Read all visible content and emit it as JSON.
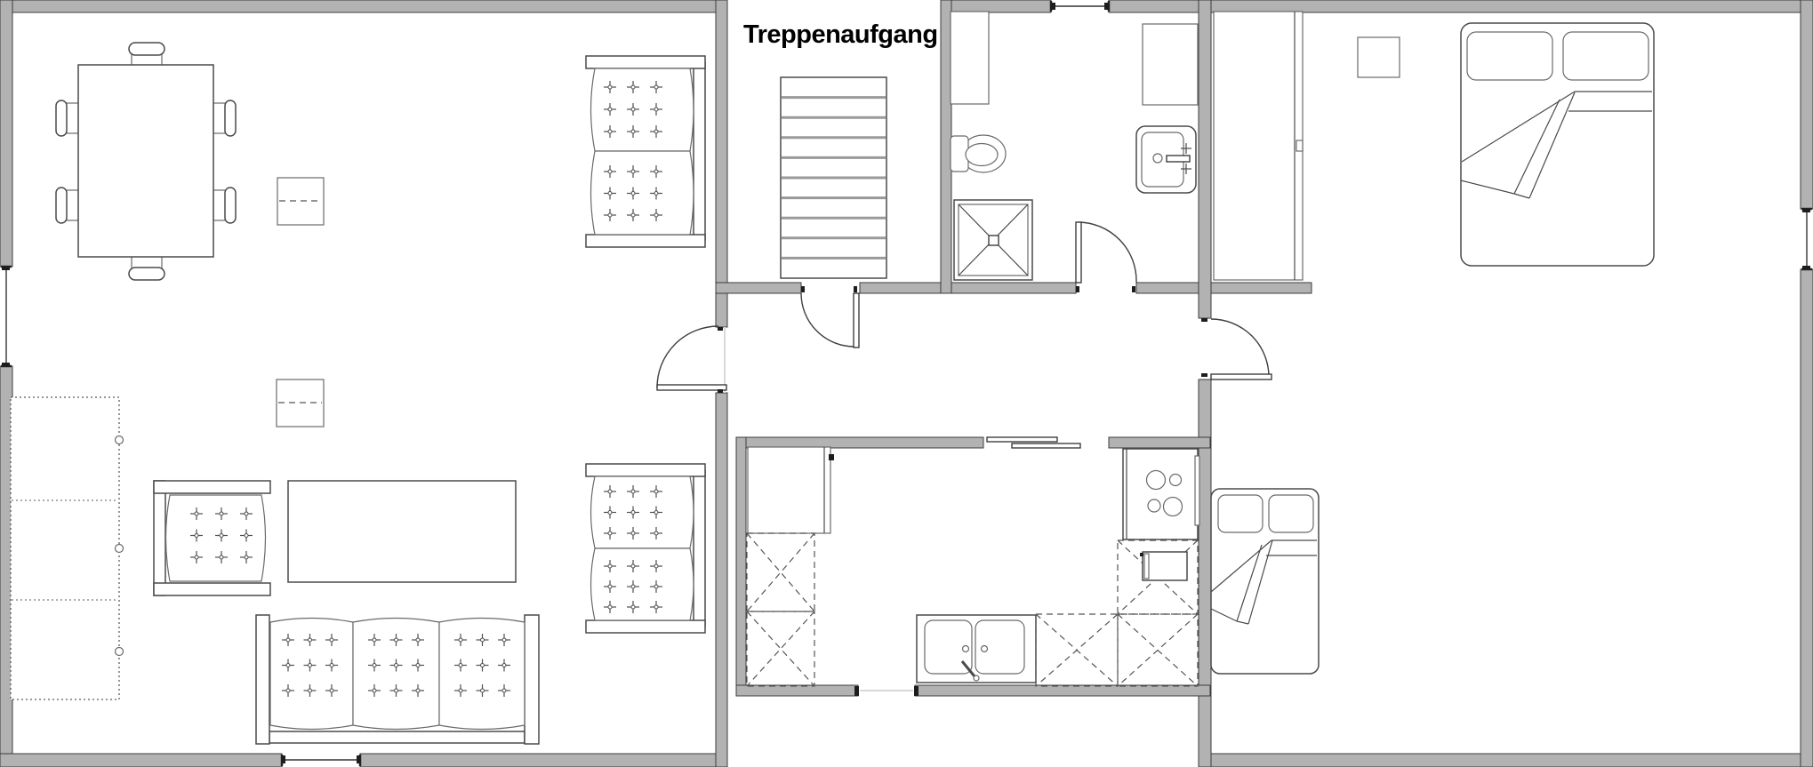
{
  "plan": {
    "stair_label": "Treppenaufgang",
    "stairs": {
      "steps": 10
    },
    "colors": {
      "wall_fill": "#b2b2b2",
      "wall_stroke": "#3c3c3c",
      "line": "#4a4a4a",
      "dash": "#555555",
      "tread": "#9a9a9a",
      "bg": "#ffffff"
    },
    "elements": {
      "living_dining_area": [
        "dining-table",
        "dining-chair x6",
        "side-table x2",
        "wardrobe",
        "armchair",
        "coffee-table",
        "sofa-3-seat",
        "loveseat-top",
        "loveseat-middle"
      ],
      "stair_hall": [
        "staircase",
        "door"
      ],
      "bathroom": [
        "cabinet",
        "cabinet",
        "toilet",
        "shower",
        "washbasin",
        "door",
        "window"
      ],
      "corridor": [
        "door-living",
        "door-stairs",
        "door-bathroom",
        "door-bedroom",
        "sliding-door-kitchen"
      ],
      "kitchen": [
        "tall-cabinet",
        "counter-dashed x5",
        "double-sink",
        "stove-4-burners",
        "microwave",
        "door-opening",
        "sliding-pass"
      ],
      "bedroom": [
        "built-in-closet",
        "nightstand",
        "double-bed",
        "single-bed",
        "window"
      ]
    }
  }
}
